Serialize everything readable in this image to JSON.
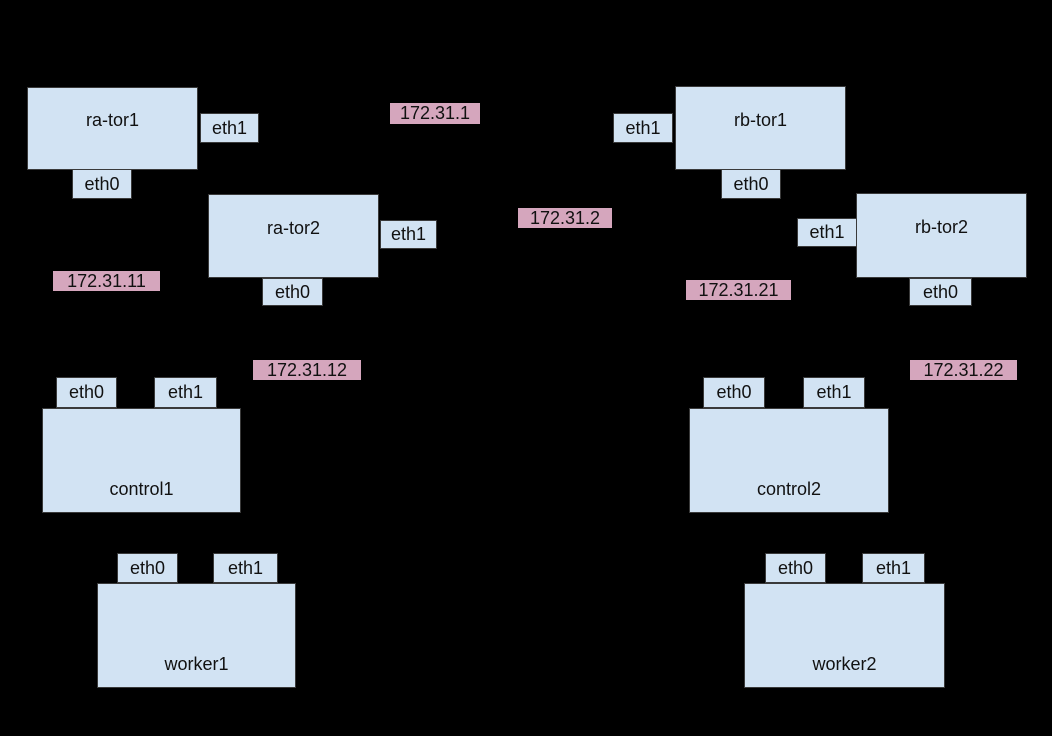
{
  "diagram": {
    "colors": {
      "background": "#000000",
      "node_fill": "#d2e3f3",
      "node_border": "#3a3a3a",
      "ip_label_fill": "#d5a6bd",
      "text": "#111111"
    },
    "nodes": [
      {
        "id": "ra-tor1",
        "label": "ra-tor1",
        "interfaces": [
          "eth0",
          "eth1"
        ]
      },
      {
        "id": "ra-tor2",
        "label": "ra-tor2",
        "interfaces": [
          "eth0",
          "eth1"
        ]
      },
      {
        "id": "rb-tor1",
        "label": "rb-tor1",
        "interfaces": [
          "eth0",
          "eth1"
        ]
      },
      {
        "id": "rb-tor2",
        "label": "rb-tor2",
        "interfaces": [
          "eth0",
          "eth1"
        ]
      },
      {
        "id": "control1",
        "label": "control1",
        "interfaces": [
          "eth0",
          "eth1"
        ]
      },
      {
        "id": "control2",
        "label": "control2",
        "interfaces": [
          "eth0",
          "eth1"
        ]
      },
      {
        "id": "worker1",
        "label": "worker1",
        "interfaces": [
          "eth0",
          "eth1"
        ]
      },
      {
        "id": "worker2",
        "label": "worker2",
        "interfaces": [
          "eth0",
          "eth1"
        ]
      }
    ],
    "ip_labels": [
      "172.31.1",
      "172.31.2",
      "172.31.11",
      "172.31.12",
      "172.31.21",
      "172.31.22"
    ]
  }
}
